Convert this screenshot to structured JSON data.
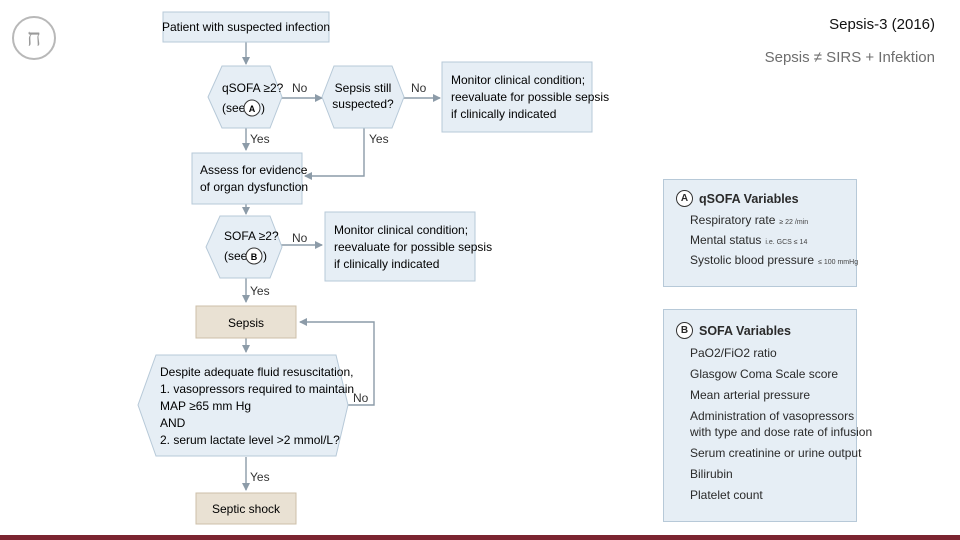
{
  "header": {
    "logo_text": "ח",
    "title": "Sepsis-3 (2016)",
    "subtitle": "Sepsis ≠ SIRS + Infektion"
  },
  "flowchart": {
    "start": "Patient with suspected infection",
    "qsofa_decision": {
      "line1": "qSOFA ≥2?",
      "line2_prefix": "(see",
      "badge": "A",
      "line2_suffix": ")"
    },
    "sepsis_still": {
      "line1": "Sepsis still",
      "line2": "suspected?"
    },
    "monitor_1": {
      "line1": "Monitor clinical condition;",
      "line2": "reevaluate for possible sepsis",
      "line3": "if clinically indicated"
    },
    "assess": {
      "line1": "Assess for evidence",
      "line2": "of organ dysfunction"
    },
    "sofa_decision": {
      "line1": "SOFA ≥2?",
      "line2_prefix": "(see",
      "badge": "B",
      "line2_suffix": ")"
    },
    "monitor_2": {
      "line1": "Monitor clinical condition;",
      "line2": "reevaluate for possible sepsis",
      "line3": "if clinically indicated"
    },
    "sepsis": "Sepsis",
    "shock_decision": {
      "line1": "Despite adequate fluid resuscitation,",
      "line2": "1. vasopressors required to maintain",
      "line3": "MAP ≥65 mm Hg",
      "line4": "AND",
      "line5": "2. serum lactate level >2 mmol/L?"
    },
    "septic_shock": "Septic shock",
    "labels": {
      "yes": "Yes",
      "no": "No"
    }
  },
  "qsofa_panel": {
    "badge": "A",
    "title": "qSOFA Variables",
    "items": [
      {
        "label": "Respiratory rate",
        "note": "≥ 22 /min"
      },
      {
        "label": "Mental status",
        "note": "i.e. GCS ≤ 14"
      },
      {
        "label": "Systolic blood pressure",
        "note": "≤ 100 mmHg"
      }
    ]
  },
  "sofa_panel": {
    "badge": "B",
    "title": "SOFA Variables",
    "items": [
      "PaO2/FiO2 ratio",
      "Glasgow Coma Scale score",
      "Mean arterial pressure",
      "Administration of vasopressors",
      "with type and dose rate of infusion",
      "Serum creatinine or urine output",
      "Bilirubin",
      "Platelet count"
    ]
  }
}
